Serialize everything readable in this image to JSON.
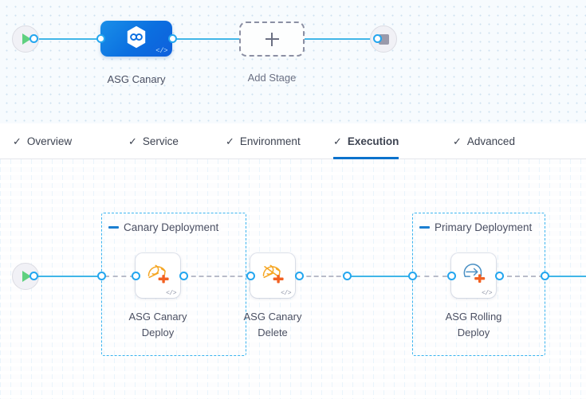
{
  "pipeline_canvas": {
    "start_node": {
      "icon": "play-icon",
      "name": "pipeline-start"
    },
    "end_node": {
      "icon": "stop-icon",
      "name": "pipeline-end"
    },
    "stages": [
      {
        "label": "ASG Canary",
        "icon": "harness-hexagon-icon",
        "code_glyph": "</>",
        "selected": true
      }
    ],
    "add_stage": {
      "label": "Add Stage",
      "icon": "plus-icon"
    }
  },
  "tabs": [
    {
      "label": "Overview",
      "check": "✓",
      "active": false
    },
    {
      "label": "Service",
      "check": "✓",
      "active": false
    },
    {
      "label": "Environment",
      "check": "✓",
      "active": false
    },
    {
      "label": "Execution",
      "check": "✓",
      "active": true
    },
    {
      "label": "Advanced",
      "check": "✓",
      "active": false
    }
  ],
  "execution_canvas": {
    "start_node": {
      "icon": "play-icon",
      "name": "execution-start"
    },
    "groups": [
      {
        "title": "Canary Deployment",
        "steps": [
          {
            "label_line1": "ASG Canary",
            "label_line2": "Deploy",
            "icon": "asg-canary-deploy-icon",
            "code_glyph": "</>"
          },
          {
            "label_line1": "ASG Canary",
            "label_line2": "Delete",
            "icon": "asg-canary-delete-icon",
            "code_glyph": "</>"
          }
        ]
      },
      {
        "title": "Primary Deployment",
        "steps": [
          {
            "label_line1": "ASG Rolling",
            "label_line2": "Deploy",
            "icon": "asg-rolling-deploy-icon",
            "code_glyph": "</>"
          }
        ]
      }
    ]
  },
  "colors": {
    "edge_blue": "#41b6e8",
    "port_blue": "#23a6ef",
    "group_border_blue": "#39b3ef",
    "active_tab_underline": "#0b72cc",
    "stage_blue": "#0b6fe0",
    "icon_orange": "#f5a623",
    "icon_plus_orange": "#f26122",
    "icon_teal": "#4a90c4",
    "play_green": "#5fd07f",
    "stop_gray": "#9a9aab"
  }
}
